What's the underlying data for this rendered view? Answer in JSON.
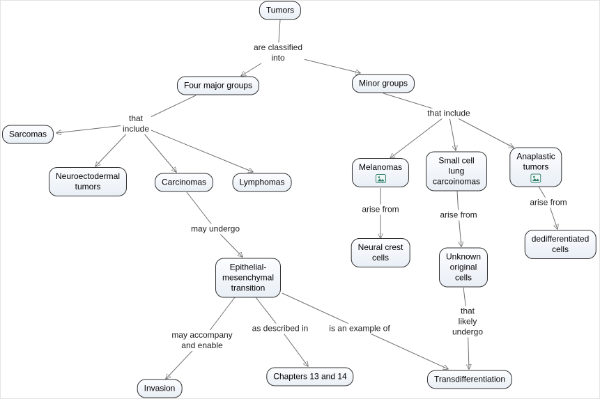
{
  "colors": {
    "canvas_background": "#ffffff",
    "node_fill_top": "#fcfdff",
    "node_fill_bottom": "#e9eff6",
    "node_border": "#2f2f2f",
    "connector_line": "#6e6e6e",
    "arrowhead": "#3a3a3a",
    "text": "#000000",
    "resource_icon_accent": "#2e7d6e"
  },
  "nodes": {
    "tumors": {
      "label": "Tumors"
    },
    "four_major_groups": {
      "label": "Four major groups"
    },
    "minor_groups": {
      "label": "Minor groups"
    },
    "sarcomas": {
      "label": "Sarcomas"
    },
    "neuroectodermal_tumors": {
      "label": "Neuroectodermal\ntumors"
    },
    "carcinomas": {
      "label": "Carcinomas"
    },
    "lymphomas": {
      "label": "Lymphomas"
    },
    "melanomas": {
      "label": "Melanomas",
      "has_image_resource": true
    },
    "small_cell_lung_carcoinomas": {
      "label": "Small cell\nlung\ncarcoinomas"
    },
    "anaplastic_tumors": {
      "label": "Anaplastic\ntumors",
      "has_image_resource": true
    },
    "neural_crest_cells": {
      "label": "Neural crest\ncells"
    },
    "unknown_original_cells": {
      "label": "Unknown\noriginal\ncells"
    },
    "dedifferentiated_cells": {
      "label": "dedifferentiated\ncells"
    },
    "epithelial_mesenchymal_transition": {
      "label": "Epithelial-\nmesenchymal\ntransition"
    },
    "invasion": {
      "label": "Invasion"
    },
    "chapters_13_and_14": {
      "label": "Chapters 13 and 14"
    },
    "transdifferentiation": {
      "label": "Transdifferentiation"
    }
  },
  "link_labels": {
    "are_classified_into": {
      "text": "are classified\ninto"
    },
    "that_include_left": {
      "text": "that\ninclude"
    },
    "that_include_right": {
      "text": "that include"
    },
    "arise_from_melanomas": {
      "text": "arise from"
    },
    "arise_from_small_cell": {
      "text": "arise from"
    },
    "arise_from_anaplastic": {
      "text": "arise from"
    },
    "may_undergo": {
      "text": "may undergo"
    },
    "may_accompany_and_enable": {
      "text": "may accompany\nand enable"
    },
    "as_described_in": {
      "text": "as described in"
    },
    "is_an_example_of": {
      "text": "is an example of"
    },
    "that_likely_undergo": {
      "text": "that\nlikely\nundergo"
    }
  }
}
